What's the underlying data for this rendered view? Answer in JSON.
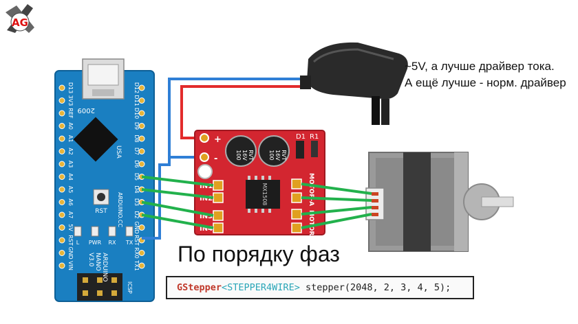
{
  "logo": {
    "text": "AG"
  },
  "arduino": {
    "left_pins": [
      "D13",
      "3V3",
      "REF",
      "A0",
      "A1",
      "A2",
      "A3",
      "A4",
      "A5",
      "A6",
      "A7",
      "5V",
      "RST",
      "GND",
      "VIN"
    ],
    "right_pins": [
      "D12",
      "D11",
      "D10",
      "D9",
      "D8",
      "D7",
      "D6",
      "D5",
      "D4",
      "D3",
      "D2",
      "GND",
      "RST",
      "RX0",
      "TX1"
    ],
    "labels": {
      "usa": "USA",
      "year": "2009",
      "rst": "RST",
      "site": "ARDUINO.CC",
      "pwr": "PWR",
      "rx": "RX",
      "tx": "TX",
      "l": "L",
      "icsp": "ICSP",
      "name": "ARDUINO",
      "model": "NANO",
      "version": "V3.0"
    }
  },
  "driver": {
    "inputs": [
      "IN1",
      "IN2",
      "IN3",
      "IN4"
    ],
    "motor_labels": [
      "MOTOR-A",
      "MOTOR-B"
    ],
    "power_labels": [
      "+",
      "-"
    ],
    "cap_text": [
      "100",
      "16V",
      "RVT"
    ],
    "chip_text": "MX1508",
    "d1": "D1",
    "r1": "R1"
  },
  "psu_note": [
    "~5V, а лучше драйвер тока.",
    "А ещё лучше - норм. драйвер"
  ],
  "caption": "По порядку фаз",
  "code": {
    "class_name": "GStepper",
    "template": "<STEPPER4WIRE>",
    "rest": " stepper(2048, 2, 3, 4, 5);"
  },
  "colors": {
    "board": "#1a7fc1",
    "driver_pcb": "#d32630",
    "wire_signal": "#22b14c",
    "wire_pos": "#e22b2b",
    "wire_neg": "#2f7fd6",
    "code_keyword": "#c0392b",
    "code_type": "#2aa6b8"
  }
}
